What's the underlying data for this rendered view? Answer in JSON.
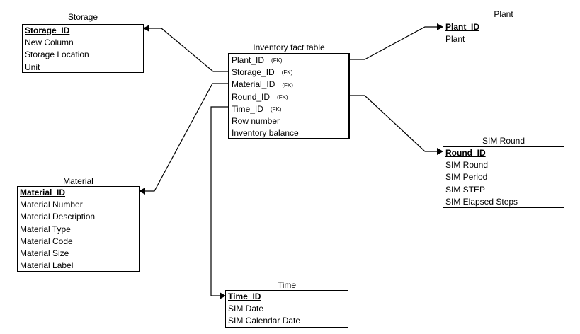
{
  "diagram": {
    "entities": {
      "storage": {
        "title": "Storage",
        "fields": [
          {
            "label": "Storage_ID",
            "pk": true
          },
          {
            "label": "New Column"
          },
          {
            "label": "Storage Location"
          },
          {
            "label": "Unit"
          }
        ]
      },
      "plant": {
        "title": "Plant",
        "fields": [
          {
            "label": "Plant_ID",
            "pk": true
          },
          {
            "label": "Plant"
          }
        ]
      },
      "inventory": {
        "title": "Inventory fact table",
        "fields": [
          {
            "label": "Plant_ID",
            "fk": "(FK)"
          },
          {
            "label": "Storage_ID",
            "fk": "(FK)"
          },
          {
            "label": "Material_ID",
            "fk": "(FK)"
          },
          {
            "label": "Round_ID",
            "fk": "(FK)"
          },
          {
            "label": "Time_ID",
            "fk": "(FK)"
          },
          {
            "label": "Row number"
          },
          {
            "label": "Inventory balance"
          }
        ]
      },
      "sim_round": {
        "title": "SIM Round",
        "fields": [
          {
            "label": "Round_ID",
            "pk": true
          },
          {
            "label": "SIM Round"
          },
          {
            "label": "SIM Period"
          },
          {
            "label": "SIM STEP"
          },
          {
            "label": "SIM Elapsed Steps"
          }
        ]
      },
      "material": {
        "title": "Material",
        "fields": [
          {
            "label": "Material_ID",
            "pk": true
          },
          {
            "label": "Material Number"
          },
          {
            "label": "Material Description"
          },
          {
            "label": "Material Type"
          },
          {
            "label": "Material Code"
          },
          {
            "label": "Material Size"
          },
          {
            "label": "Material Label"
          }
        ]
      },
      "time": {
        "title": "Time",
        "fields": [
          {
            "label": "Time_ID",
            "pk": true
          },
          {
            "label": "SIM Date"
          },
          {
            "label": "SIM Calendar Date"
          }
        ]
      }
    }
  }
}
